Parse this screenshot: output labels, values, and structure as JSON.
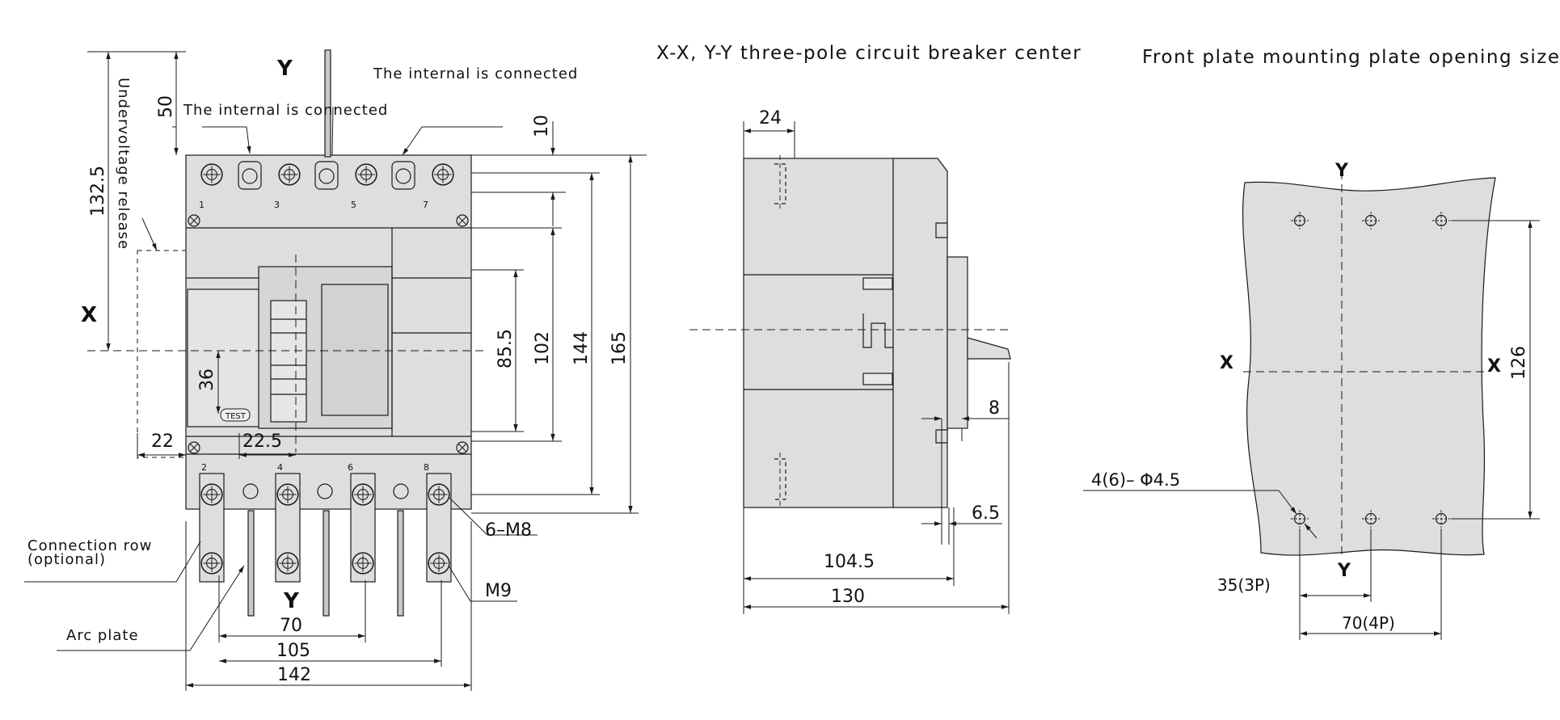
{
  "titles": {
    "center": "X-X, Y-Y three-pole circuit breaker center",
    "right": "Front plate mounting plate opening size"
  },
  "front_view": {
    "internal_note_1": "The internal is connected",
    "internal_note_2": "The internal is connected",
    "undervoltage": "Undervoltage release",
    "connection_row_1": "Connection row",
    "connection_row_2": "(optional)",
    "arc_plate": "Arc plate",
    "screw_m8": "6–M8",
    "screw_m9": "M9",
    "test": "TEST",
    "axis_y_top": "Y",
    "axis_y_bottom": "Y",
    "axis_x": "X",
    "pins_top": [
      "1",
      "3",
      "5",
      "7"
    ],
    "pins_bottom": [
      "2",
      "4",
      "6",
      "8"
    ],
    "dims": {
      "d132_5": "132.5",
      "d50": "50",
      "d10": "10",
      "d85_5": "85.5",
      "d102": "102",
      "d144": "144",
      "d165": "165",
      "d36": "36",
      "d22": "22",
      "d22_5": "22.5",
      "d70": "70",
      "d105": "105",
      "d142": "142"
    }
  },
  "side_view": {
    "dims": {
      "d24": "24",
      "d8": "8",
      "d6_5": "6.5",
      "d104_5": "104.5",
      "d130": "130"
    }
  },
  "plate_view": {
    "axis_y_top": "Y",
    "axis_y_bottom": "Y",
    "axis_x_left": "X",
    "axis_x_right": "X",
    "hole_note": "4(6)– Φ4.5",
    "dims": {
      "d126": "126",
      "d35": "35(3P)",
      "d70": "70(4P)"
    }
  },
  "colors": {
    "body": "#dedede",
    "line": "#1a1a1a"
  }
}
